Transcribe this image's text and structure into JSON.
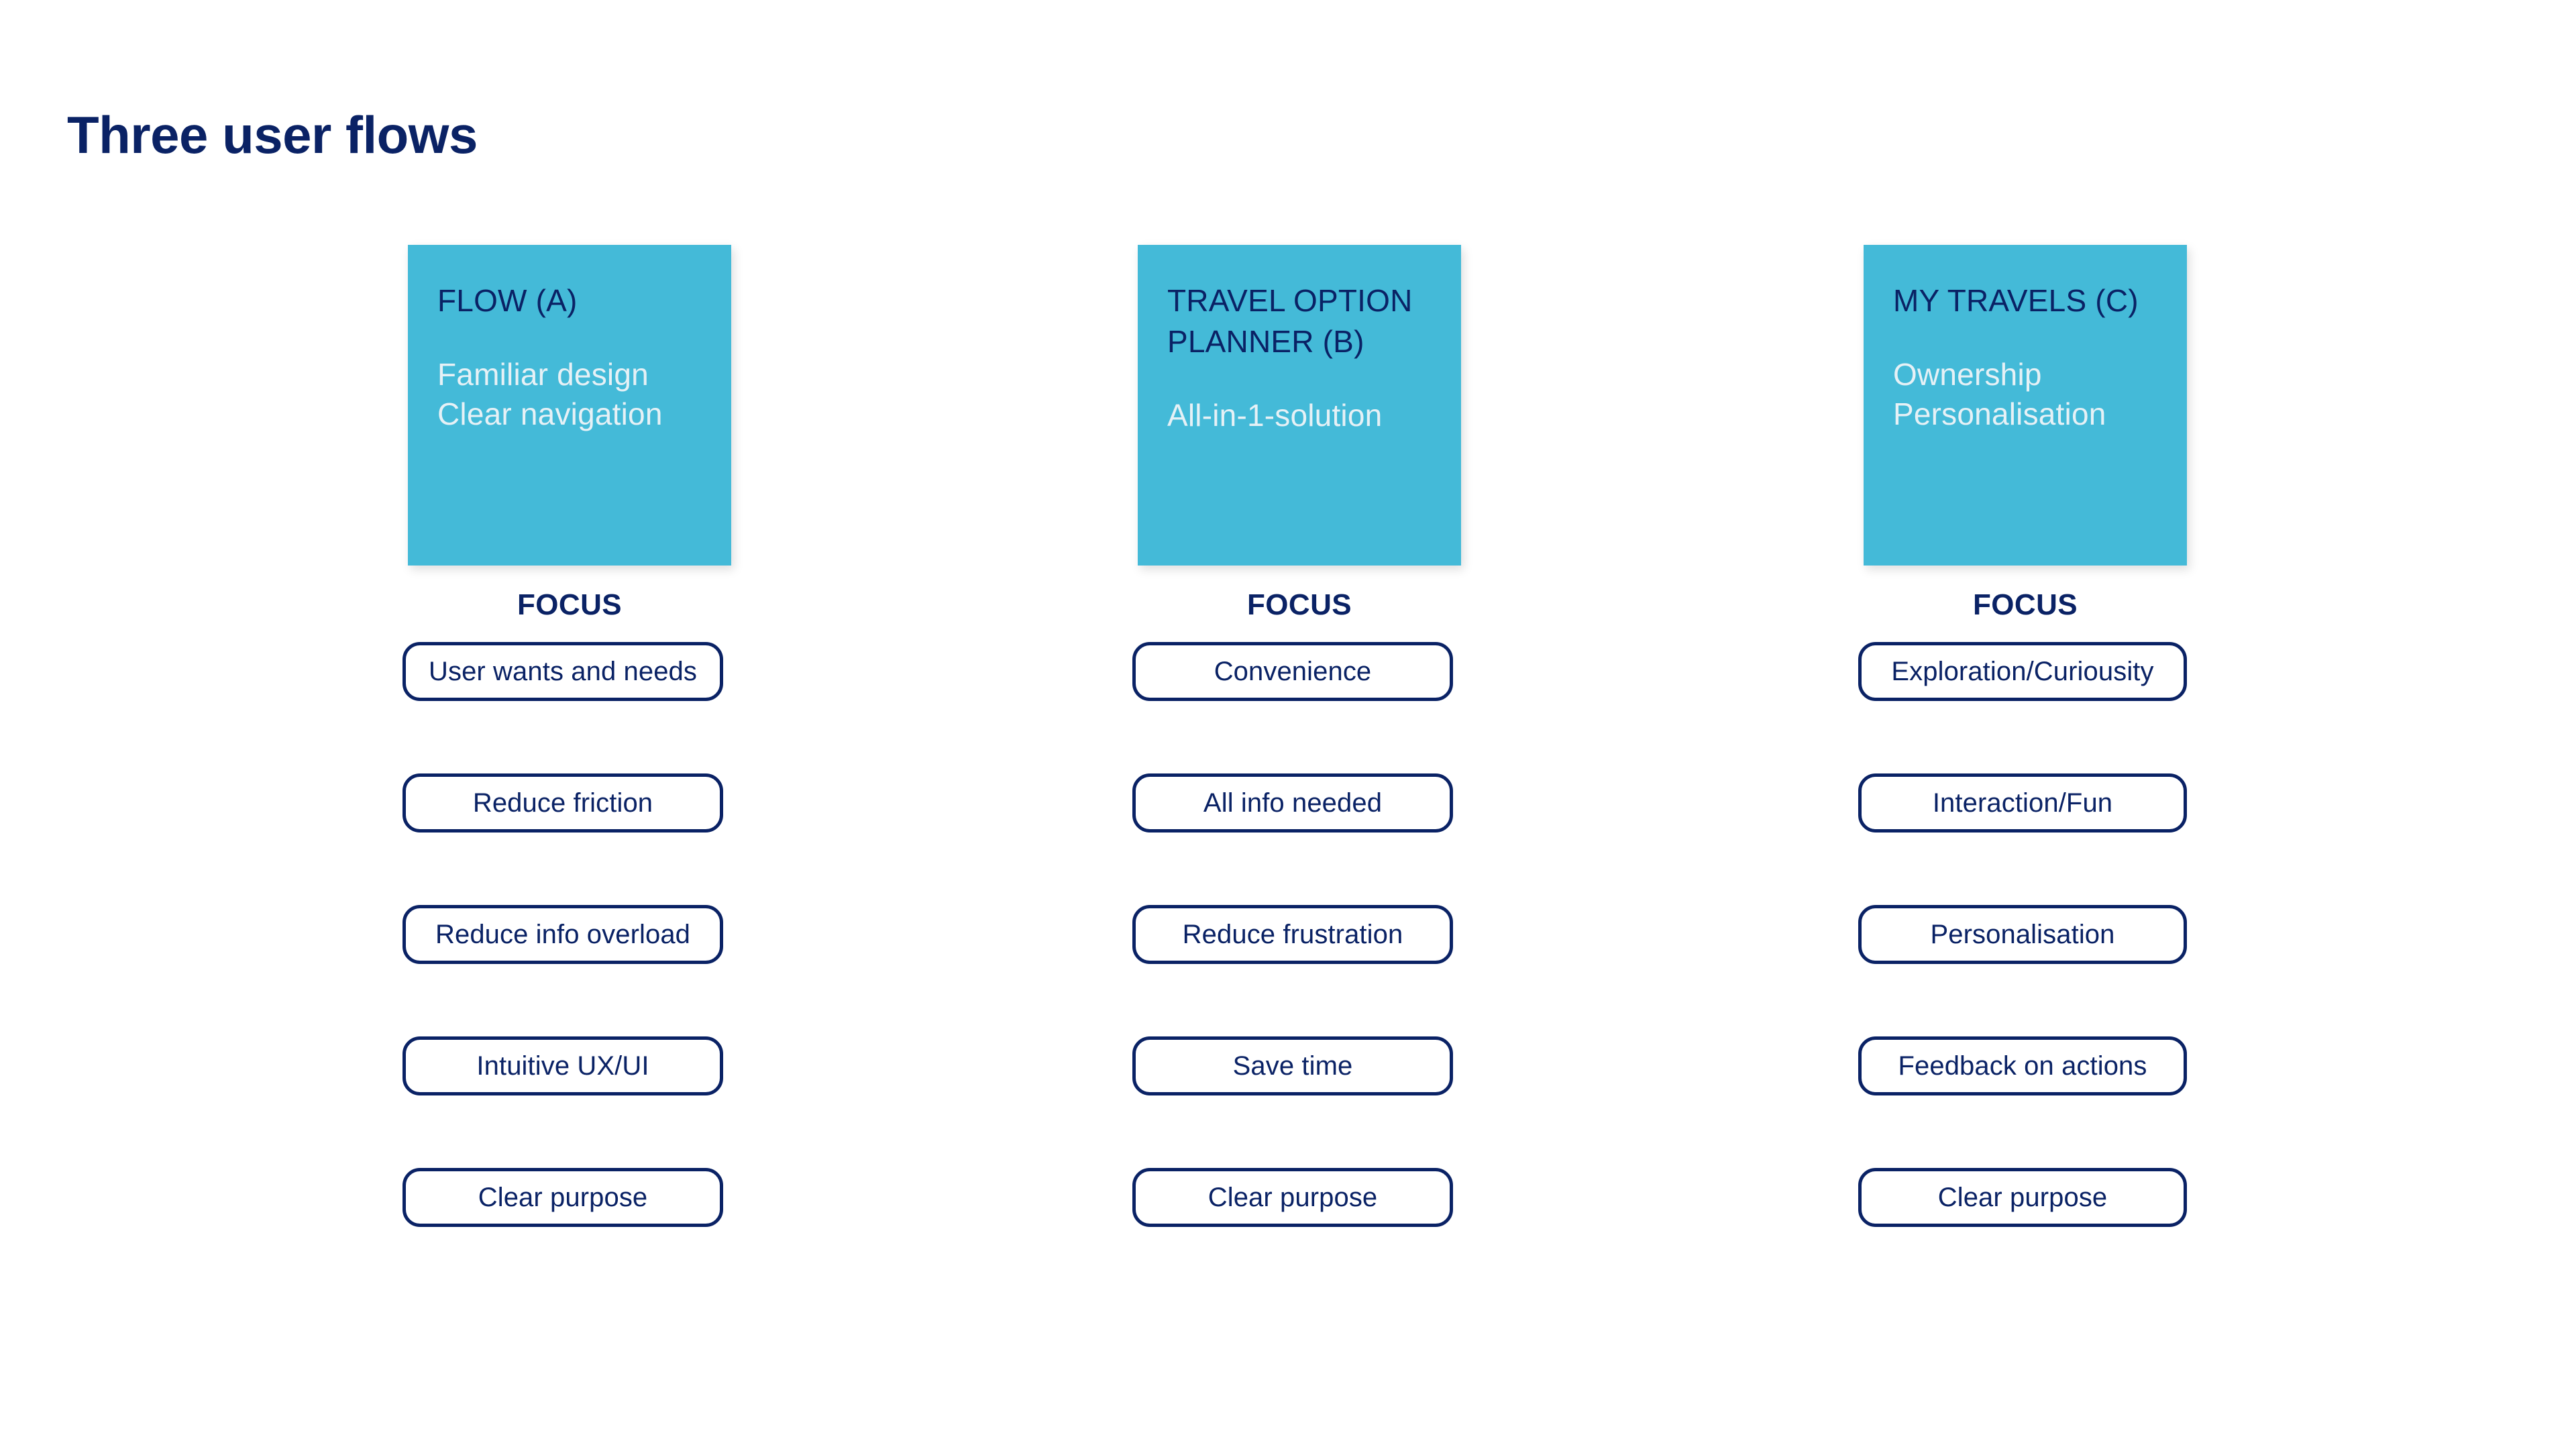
{
  "page": {
    "title": "Three user flows",
    "background_color": "#FFFFFF",
    "accent_teal": "#44BAD8",
    "accent_navy": "#0A2265",
    "card_text_light": "#E6F1F6"
  },
  "focus_label": "FOCUS",
  "columns": [
    {
      "id": "flow-a",
      "card": {
        "title": "FLOW (A)",
        "title_lines": [
          "FLOW (A)"
        ],
        "description_lines": [
          "Familiar design",
          "Clear navigation"
        ]
      },
      "focus_label": "FOCUS",
      "pills": [
        "User wants and needs",
        "Reduce friction",
        "Reduce info overload",
        "Intuitive UX/UI",
        "Clear purpose"
      ]
    },
    {
      "id": "travel-option-planner-b",
      "card": {
        "title": "TRAVEL OPTION PLANNER (B)",
        "title_lines": [
          "TRAVEL OPTION",
          "PLANNER (B)"
        ],
        "description_lines": [
          "All-in-1-solution"
        ]
      },
      "focus_label": "FOCUS",
      "pills": [
        "Convenience",
        "All info needed",
        "Reduce frustration",
        "Save time",
        "Clear purpose"
      ]
    },
    {
      "id": "my-travels-c",
      "card": {
        "title": "MY TRAVELS (C)",
        "title_lines": [
          "MY TRAVELS (C)"
        ],
        "description_lines": [
          "Ownership",
          "Personalisation"
        ]
      },
      "focus_label": "FOCUS",
      "pills": [
        "Exploration/Curiousity",
        "Interaction/Fun",
        "Personalisation",
        "Feedback on actions",
        "Clear purpose"
      ]
    }
  ]
}
